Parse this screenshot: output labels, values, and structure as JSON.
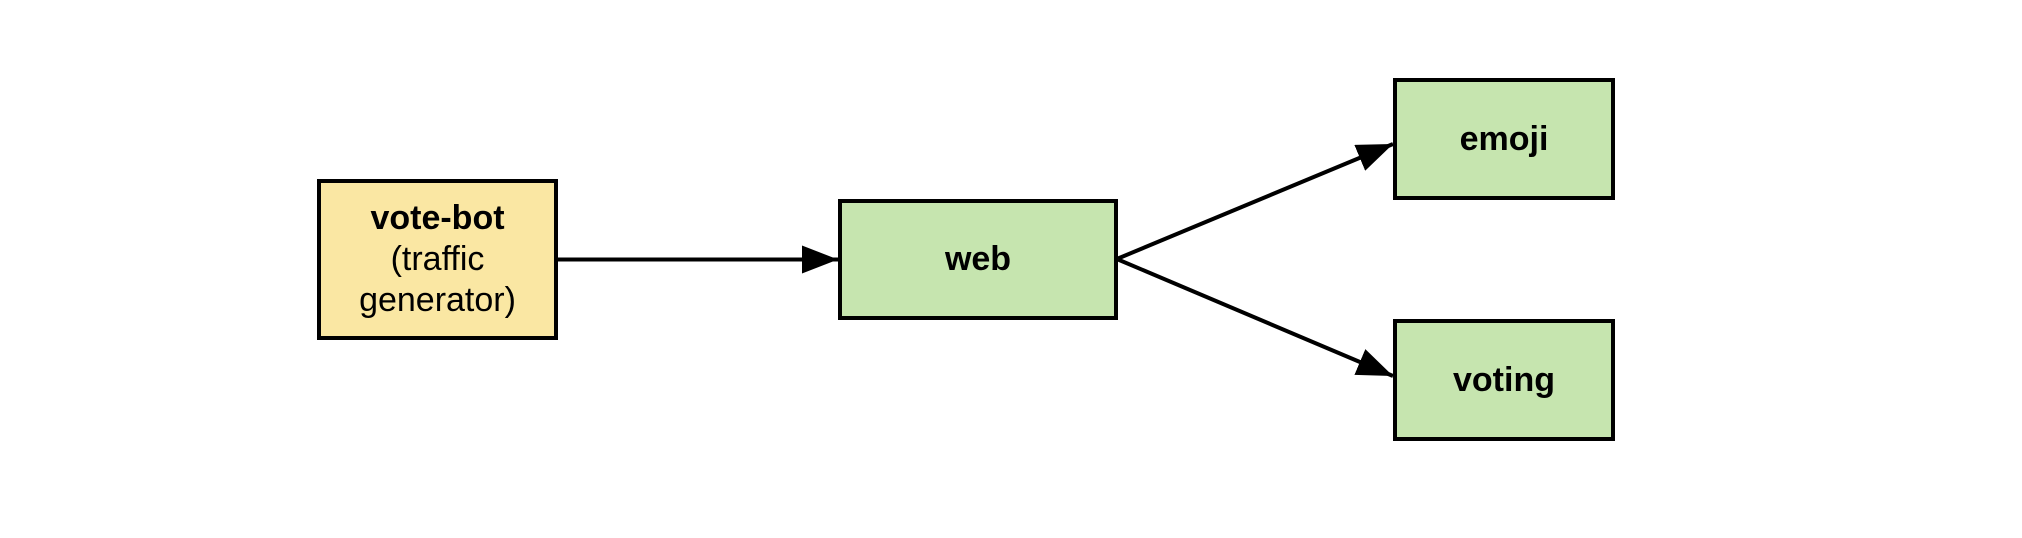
{
  "diagram": {
    "background_color": "#ffffff",
    "border_color": "#000000",
    "arrow_color": "#000000",
    "nodes": [
      {
        "id": "vote-bot",
        "title": "vote-bot",
        "subtitle": "(traffic generator)",
        "fill": "#fae7a3"
      },
      {
        "id": "web",
        "label": "web",
        "fill": "#c6e5af"
      },
      {
        "id": "emoji",
        "label": "emoji",
        "fill": "#c6e5af"
      },
      {
        "id": "voting",
        "label": "voting",
        "fill": "#c6e5af"
      }
    ],
    "edges": [
      {
        "from": "vote-bot",
        "to": "web"
      },
      {
        "from": "web",
        "to": "emoji"
      },
      {
        "from": "web",
        "to": "voting"
      }
    ]
  }
}
